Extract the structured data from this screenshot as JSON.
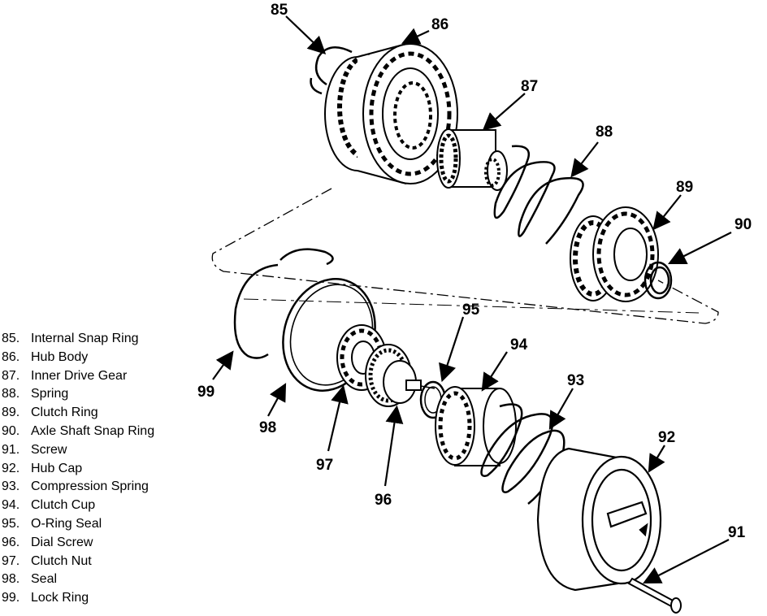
{
  "callouts": {
    "c85": "85",
    "c86": "86",
    "c87": "87",
    "c88": "88",
    "c89": "89",
    "c90": "90",
    "c91": "91",
    "c92": "92",
    "c93": "93",
    "c94": "94",
    "c95": "95",
    "c96": "96",
    "c97": "97",
    "c98": "98",
    "c99": "99"
  },
  "legend": [
    {
      "num": "85.",
      "name": "Internal Snap Ring"
    },
    {
      "num": "86.",
      "name": "Hub Body"
    },
    {
      "num": "87.",
      "name": "Inner Drive Gear"
    },
    {
      "num": "88.",
      "name": "Spring"
    },
    {
      "num": "89.",
      "name": "Clutch Ring"
    },
    {
      "num": "90.",
      "name": "Axle Shaft Snap Ring"
    },
    {
      "num": "91.",
      "name": "Screw"
    },
    {
      "num": "92.",
      "name": "Hub Cap"
    },
    {
      "num": "93.",
      "name": "Compression Spring"
    },
    {
      "num": "94.",
      "name": "Clutch Cup"
    },
    {
      "num": "95.",
      "name": "O-Ring Seal"
    },
    {
      "num": "96.",
      "name": "Dial Screw"
    },
    {
      "num": "97.",
      "name": "Clutch Nut"
    },
    {
      "num": "98.",
      "name": "Seal"
    },
    {
      "num": "99.",
      "name": "Lock Ring"
    }
  ]
}
